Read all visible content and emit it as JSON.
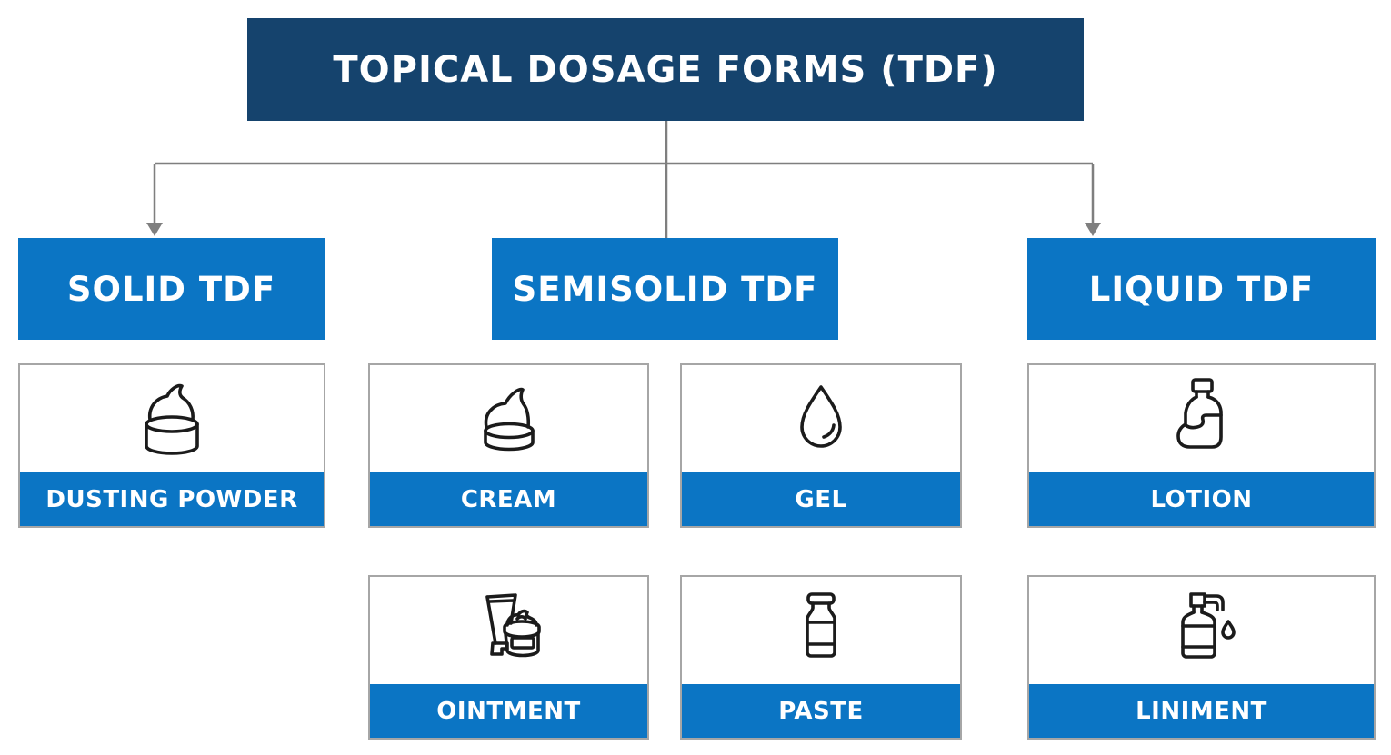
{
  "tree": {
    "root": "TOPICAL DOSAGE FORMS (TDF)",
    "branches": [
      {
        "label": "SOLID TDF",
        "items": [
          {
            "label": "DUSTING POWDER",
            "icon": "powder-jar-icon"
          }
        ]
      },
      {
        "label": "SEMISOLID TDF",
        "items": [
          {
            "label": "CREAM",
            "icon": "cream-dollop-icon"
          },
          {
            "label": "GEL",
            "icon": "gel-drop-icon"
          },
          {
            "label": "OINTMENT",
            "icon": "tube-and-jar-icon"
          },
          {
            "label": "PASTE",
            "icon": "paste-jar-icon"
          }
        ]
      },
      {
        "label": "LIQUID TDF",
        "items": [
          {
            "label": "LOTION",
            "icon": "lotion-bottle-icon"
          },
          {
            "label": "LINIMENT",
            "icon": "pump-bottle-icon"
          }
        ]
      }
    ]
  },
  "colors": {
    "header_bg": "#15436D",
    "accent_blue": "#0B75C4",
    "connector_gray": "#7F7F7F",
    "card_border": "#A6A6A6",
    "text_white": "#FFFFFF",
    "icon_stroke": "#1B1B1B"
  }
}
